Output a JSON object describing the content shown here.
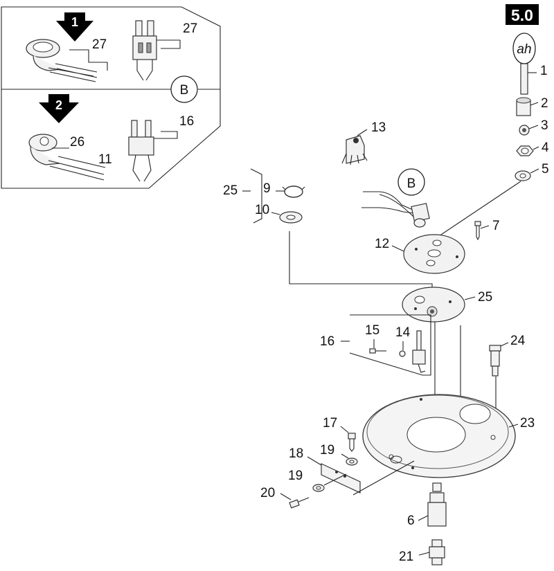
{
  "section_badge": "5.0",
  "fuel_code_badge": "ah",
  "variant_arrows": [
    {
      "id": "1",
      "digit": "1"
    },
    {
      "id": "2",
      "digit": "2"
    }
  ],
  "detail_marker": "B",
  "callouts": {
    "inset_27a": "27",
    "inset_27b": "27",
    "inset_26": "26",
    "inset_11": "11",
    "inset_16": "16",
    "p1": "1",
    "p2": "2",
    "p3": "3",
    "p4": "4",
    "p5": "5",
    "p7": "7",
    "p9": "9",
    "p10": "10",
    "p12": "12",
    "p13": "13",
    "p14": "14",
    "p15": "15",
    "p16": "16",
    "p17": "17",
    "p18": "18",
    "p19a": "19",
    "p19b": "19",
    "p20": "20",
    "p6": "6",
    "p21": "21",
    "p23": "23",
    "p24": "24",
    "p25a": "25",
    "p25b": "25"
  }
}
